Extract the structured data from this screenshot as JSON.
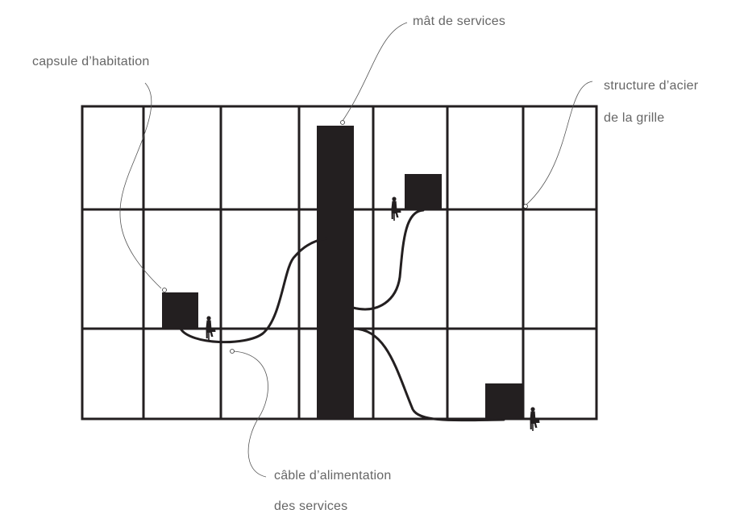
{
  "labels": {
    "service_mast": "mât de services",
    "habitation_capsule": "capsule d’habitation",
    "steel_structure_line1": "structure d’acier",
    "steel_structure_line2": "de la grille",
    "power_cable_line1": "câble d’alimentation",
    "power_cable_line2": "des services"
  },
  "colors": {
    "ink": "#231f20",
    "leader": "#555555",
    "label": "#666666",
    "background": "#ffffff"
  },
  "icons": [
    "person-icon"
  ]
}
